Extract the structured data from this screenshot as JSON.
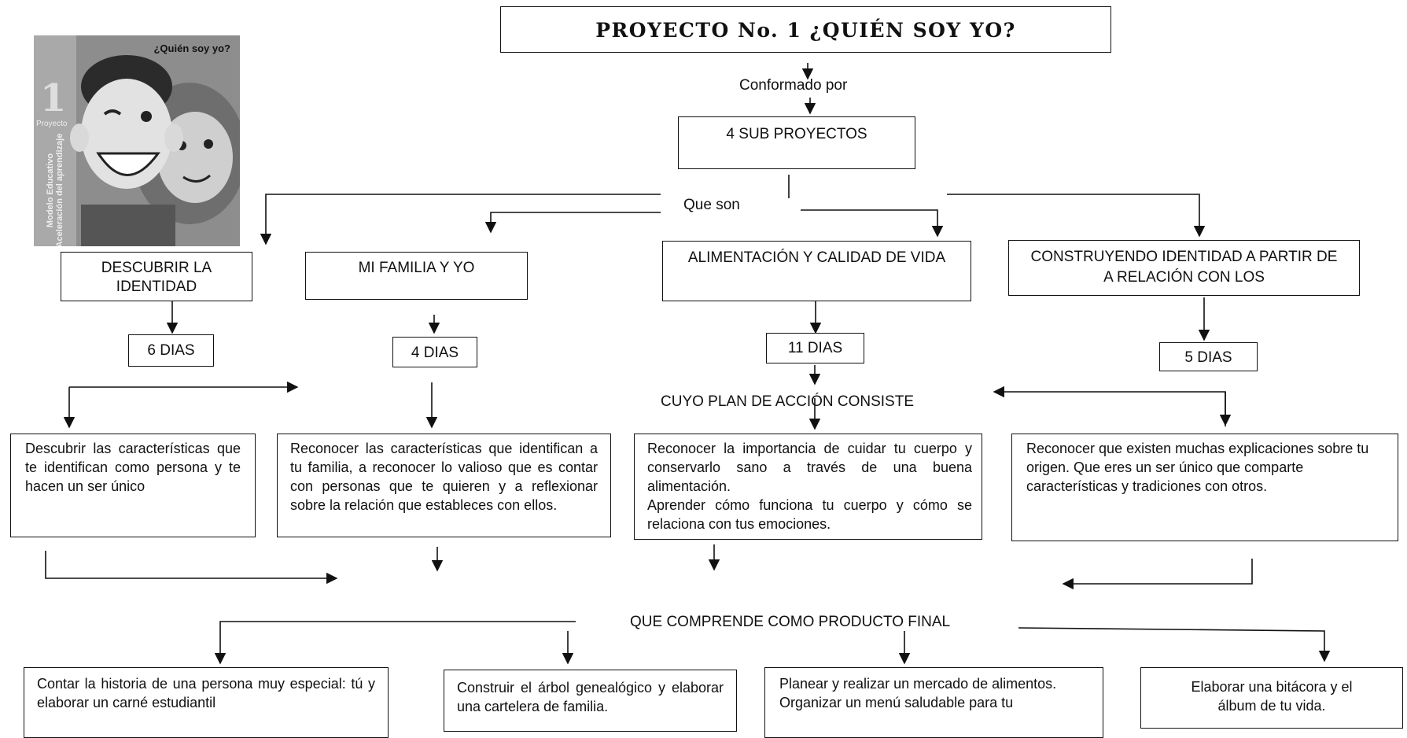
{
  "title": "PROYECTO No. 1 ¿QUIÉN SOY YO?",
  "cover": {
    "title": "¿Quién soy yo?",
    "number": "1",
    "label": "Proyecto",
    "side_text": "Modelo Educativo Aceleración del aprendizaje"
  },
  "connectors": {
    "conformado": "Conformado por",
    "que_son": "Que son",
    "plan": "CUYO PLAN DE ACCIÓN CONSISTE",
    "producto": "QUE COMPRENDE COMO PRODUCTO FINAL"
  },
  "sub_proyectos": "4 SUB PROYECTOS",
  "subprojects": [
    {
      "name": "DESCUBRIR LA IDENTIDAD",
      "days": "6 DIAS",
      "goal": "Descubrir las características que te identifican como persona y te hacen un ser único",
      "product": "Contar la historia de una persona muy especial: tú y elaborar un carné estudiantil"
    },
    {
      "name": "MI FAMILIA Y YO",
      "days": "4 DIAS",
      "goal": "Reconocer las características que identifican a tu familia, a reconocer lo valioso que es contar con personas que te quieren y a reflexionar sobre la relación que estableces con ellos.",
      "product": "Construir el árbol genealógico y elaborar una cartelera de familia."
    },
    {
      "name": "ALIMENTACIÓN Y CALIDAD DE VIDA",
      "days": "11 DIAS",
      "goal": "Reconocer la importancia de cuidar tu cuerpo y conservarlo sano a través de una buena alimentación.",
      "goal2": "Aprender cómo funciona tu cuerpo y cómo se relaciona con tus emociones.",
      "product": "Planear y realizar un mercado de alimentos.",
      "product2": "Organizar un menú saludable para tu"
    },
    {
      "name": "CONSTRUYENDO IDENTIDAD A PARTIR DE A RELACIÓN CON LOS",
      "days": "5 DIAS",
      "goal": "Reconocer que existen muchas explicaciones sobre tu origen. Que eres un ser único que comparte características y tradiciones con otros.",
      "product": "Elaborar una bitácora y el álbum de tu vida."
    }
  ]
}
